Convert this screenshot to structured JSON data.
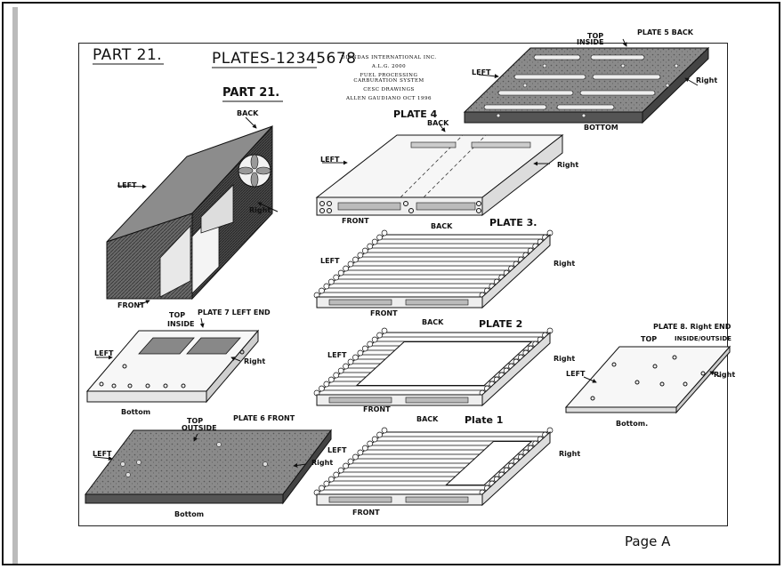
{
  "header": {
    "part_title": "PART 21.",
    "plates_title": "PLATES-12345678",
    "part_subtitle": "PART 21.",
    "stamp": [
      "DIONDAS INTERNATIONAL INC.",
      "A.L.G. 2000",
      "FUEL PROCESSING CARBURATION SYSTEM",
      "CESC DRAWINGS",
      "ALLEN GAUDIANO OCT 1996"
    ]
  },
  "assembly": {
    "back": "BACK",
    "left": "LEFT",
    "right": "Right",
    "front": "FRONT"
  },
  "plate4": {
    "title": "PLATE 4",
    "back": "BACK",
    "left": "LEFT",
    "right": "Right",
    "front": "FRONT"
  },
  "plate3": {
    "title": "PLATE 3.",
    "back": "BACK",
    "left": "LEFT",
    "right": "Right",
    "front": "FRONT"
  },
  "plate2": {
    "title": "PLATE 2",
    "back": "BACK",
    "left": "LEFT",
    "right": "Right",
    "front": "FRONT"
  },
  "plate1": {
    "title": "Plate 1",
    "back": "BACK",
    "left": "LEFT",
    "right": "Right",
    "front": "FRONT"
  },
  "plate5": {
    "title": "PLATE 5 BACK",
    "top": "TOP",
    "inside": "INSIDE",
    "left": "LEFT",
    "right": "Right",
    "bottom": "BOTTOM"
  },
  "plate7": {
    "title": "PLATE 7 LEFT END",
    "top": "TOP",
    "inside": "INSIDE",
    "left": "LEFT",
    "right": "Right",
    "bottom": "Bottom"
  },
  "plate6": {
    "title": "PLATE 6 FRONT",
    "top": "TOP",
    "outside": "OUTSIDE",
    "left": "LEFT",
    "right": "Right",
    "bottom": "Bottom"
  },
  "plate8": {
    "title": "PLATE 8. Right END",
    "top": "TOP",
    "inside": "INSIDE/OUTSIDE",
    "left": "LEFT",
    "right": "Right",
    "bottom": "Bottom."
  },
  "footer": {
    "page_label": "Page A"
  }
}
